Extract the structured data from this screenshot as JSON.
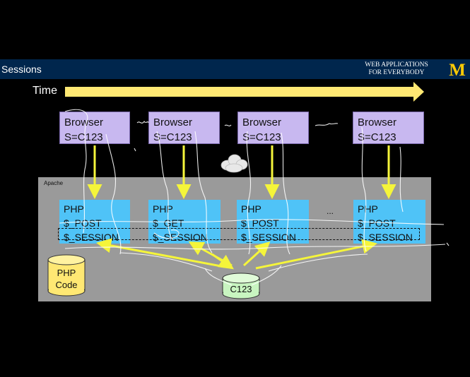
{
  "header": {
    "title": "Sessions",
    "brand_line1": "WEB APPLICATIONS",
    "brand_line2": "FOR EVERYBODY",
    "logo_letter": "M"
  },
  "timeline": {
    "label": "Time"
  },
  "browsers": [
    {
      "label": "Browser",
      "session": "S=C123"
    },
    {
      "label": "Browser",
      "session": "S=C123"
    },
    {
      "label": "Browser",
      "session": "S=C123"
    },
    {
      "label": "Browser",
      "session": "S=C123"
    }
  ],
  "server": {
    "label": "Apache"
  },
  "php_boxes": [
    {
      "title": "PHP",
      "method": "$_POST",
      "session": "$_SESSION"
    },
    {
      "title": "PHP",
      "method": "$_GET",
      "session": "$_SESSION"
    },
    {
      "title": "PHP",
      "method": "$_POST",
      "session": "$_SESSION"
    },
    {
      "title": "PHP",
      "method": "$_POST",
      "session": "$_SESSION"
    }
  ],
  "ellipsis": "...",
  "code_store": {
    "line1": "PHP",
    "line2": "Code"
  },
  "session_store": {
    "label": "C123"
  },
  "colors": {
    "header_bg": "#00264d",
    "maize": "#ffcb05",
    "browser_fill": "#c8b8f0",
    "php_fill": "#4fc3f7",
    "arrow_yellow": "#f5f53a",
    "apache_gray": "#9a9a9a"
  }
}
